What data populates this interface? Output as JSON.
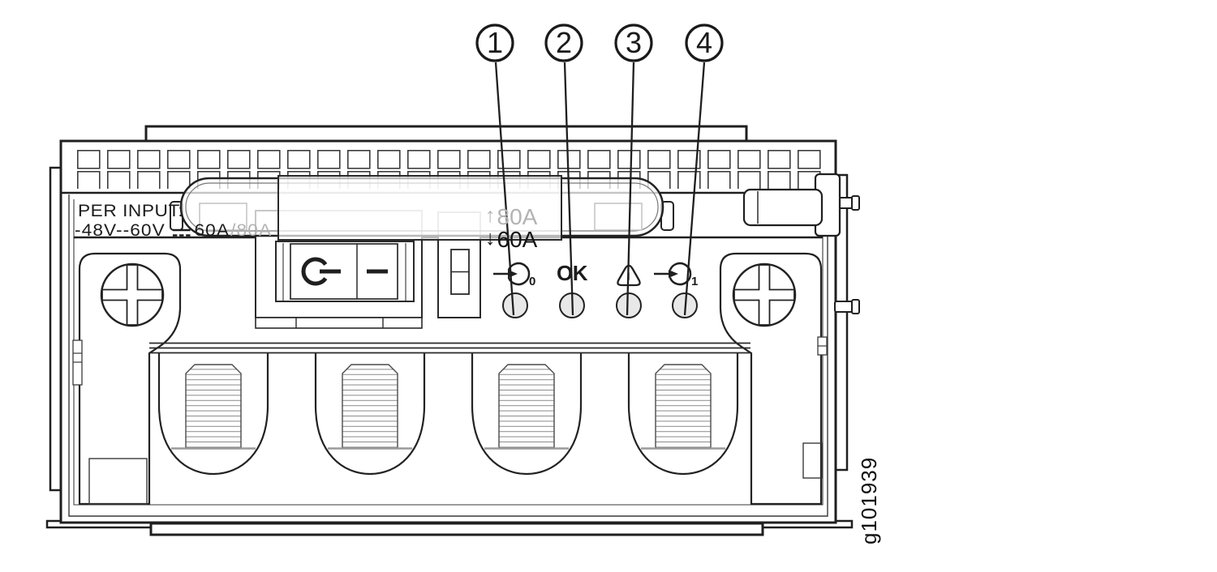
{
  "figure": {
    "type": "hardware-diagram",
    "description": "DC power supply faceplate with callouts",
    "callouts": [
      "1",
      "2",
      "3",
      "4"
    ],
    "labels": {
      "per_input_title": "PER INPUT:",
      "rating_voltage": "-48V--60V",
      "rating_current": "60A",
      "rating_current_alt": "/80A",
      "current_setting_high": "80A",
      "current_setting_low": "60A",
      "up_arrow_glyph": "↑",
      "down_arrow_glyph": "↓"
    },
    "leds": {
      "input0_subscript": "0",
      "ok_label": "OK",
      "input1_subscript": "1"
    },
    "figure_id": "g101939",
    "colors": {
      "line": "#1f1f1f",
      "faded_gray": "#b3b3b3",
      "led_fill": "#e8e8e8"
    }
  }
}
